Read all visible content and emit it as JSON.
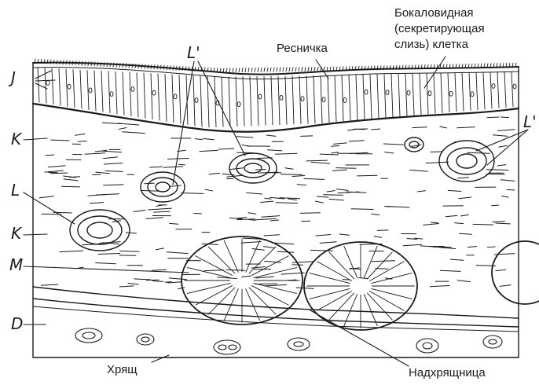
{
  "labels": {
    "goblet_line1": "Бокаловидная",
    "goblet_line2": "(секретирующая",
    "goblet_line3": "слизь) клетка",
    "cilium": "Ресничка",
    "cartilage": "Хрящ",
    "perichondrium": "Надхрящница"
  },
  "letters": {
    "j": "J",
    "k1": "K",
    "l": "L",
    "k2": "K",
    "m": "M",
    "d": "D",
    "l_prime_1": "L'",
    "l_prime_2": "L'"
  },
  "colors": {
    "ink": "#1a1a1a",
    "paper": "#ffffff"
  }
}
